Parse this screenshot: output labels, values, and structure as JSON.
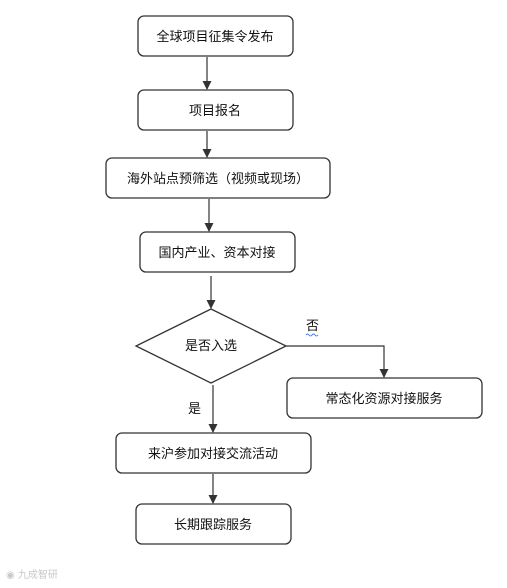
{
  "nodes": {
    "step1": "全球项目征集令发布",
    "step2": "项目报名",
    "step3": "海外站点预筛选（视频或现场）",
    "step4": "国内产业、资本对接",
    "decision": "是否入选",
    "step5": "来沪参加对接交流活动",
    "step6": "长期跟踪服务",
    "alt": "常态化资源对接服务"
  },
  "edges": {
    "no_label": "否",
    "yes_label": "是"
  },
  "watermark": "九成智研"
}
